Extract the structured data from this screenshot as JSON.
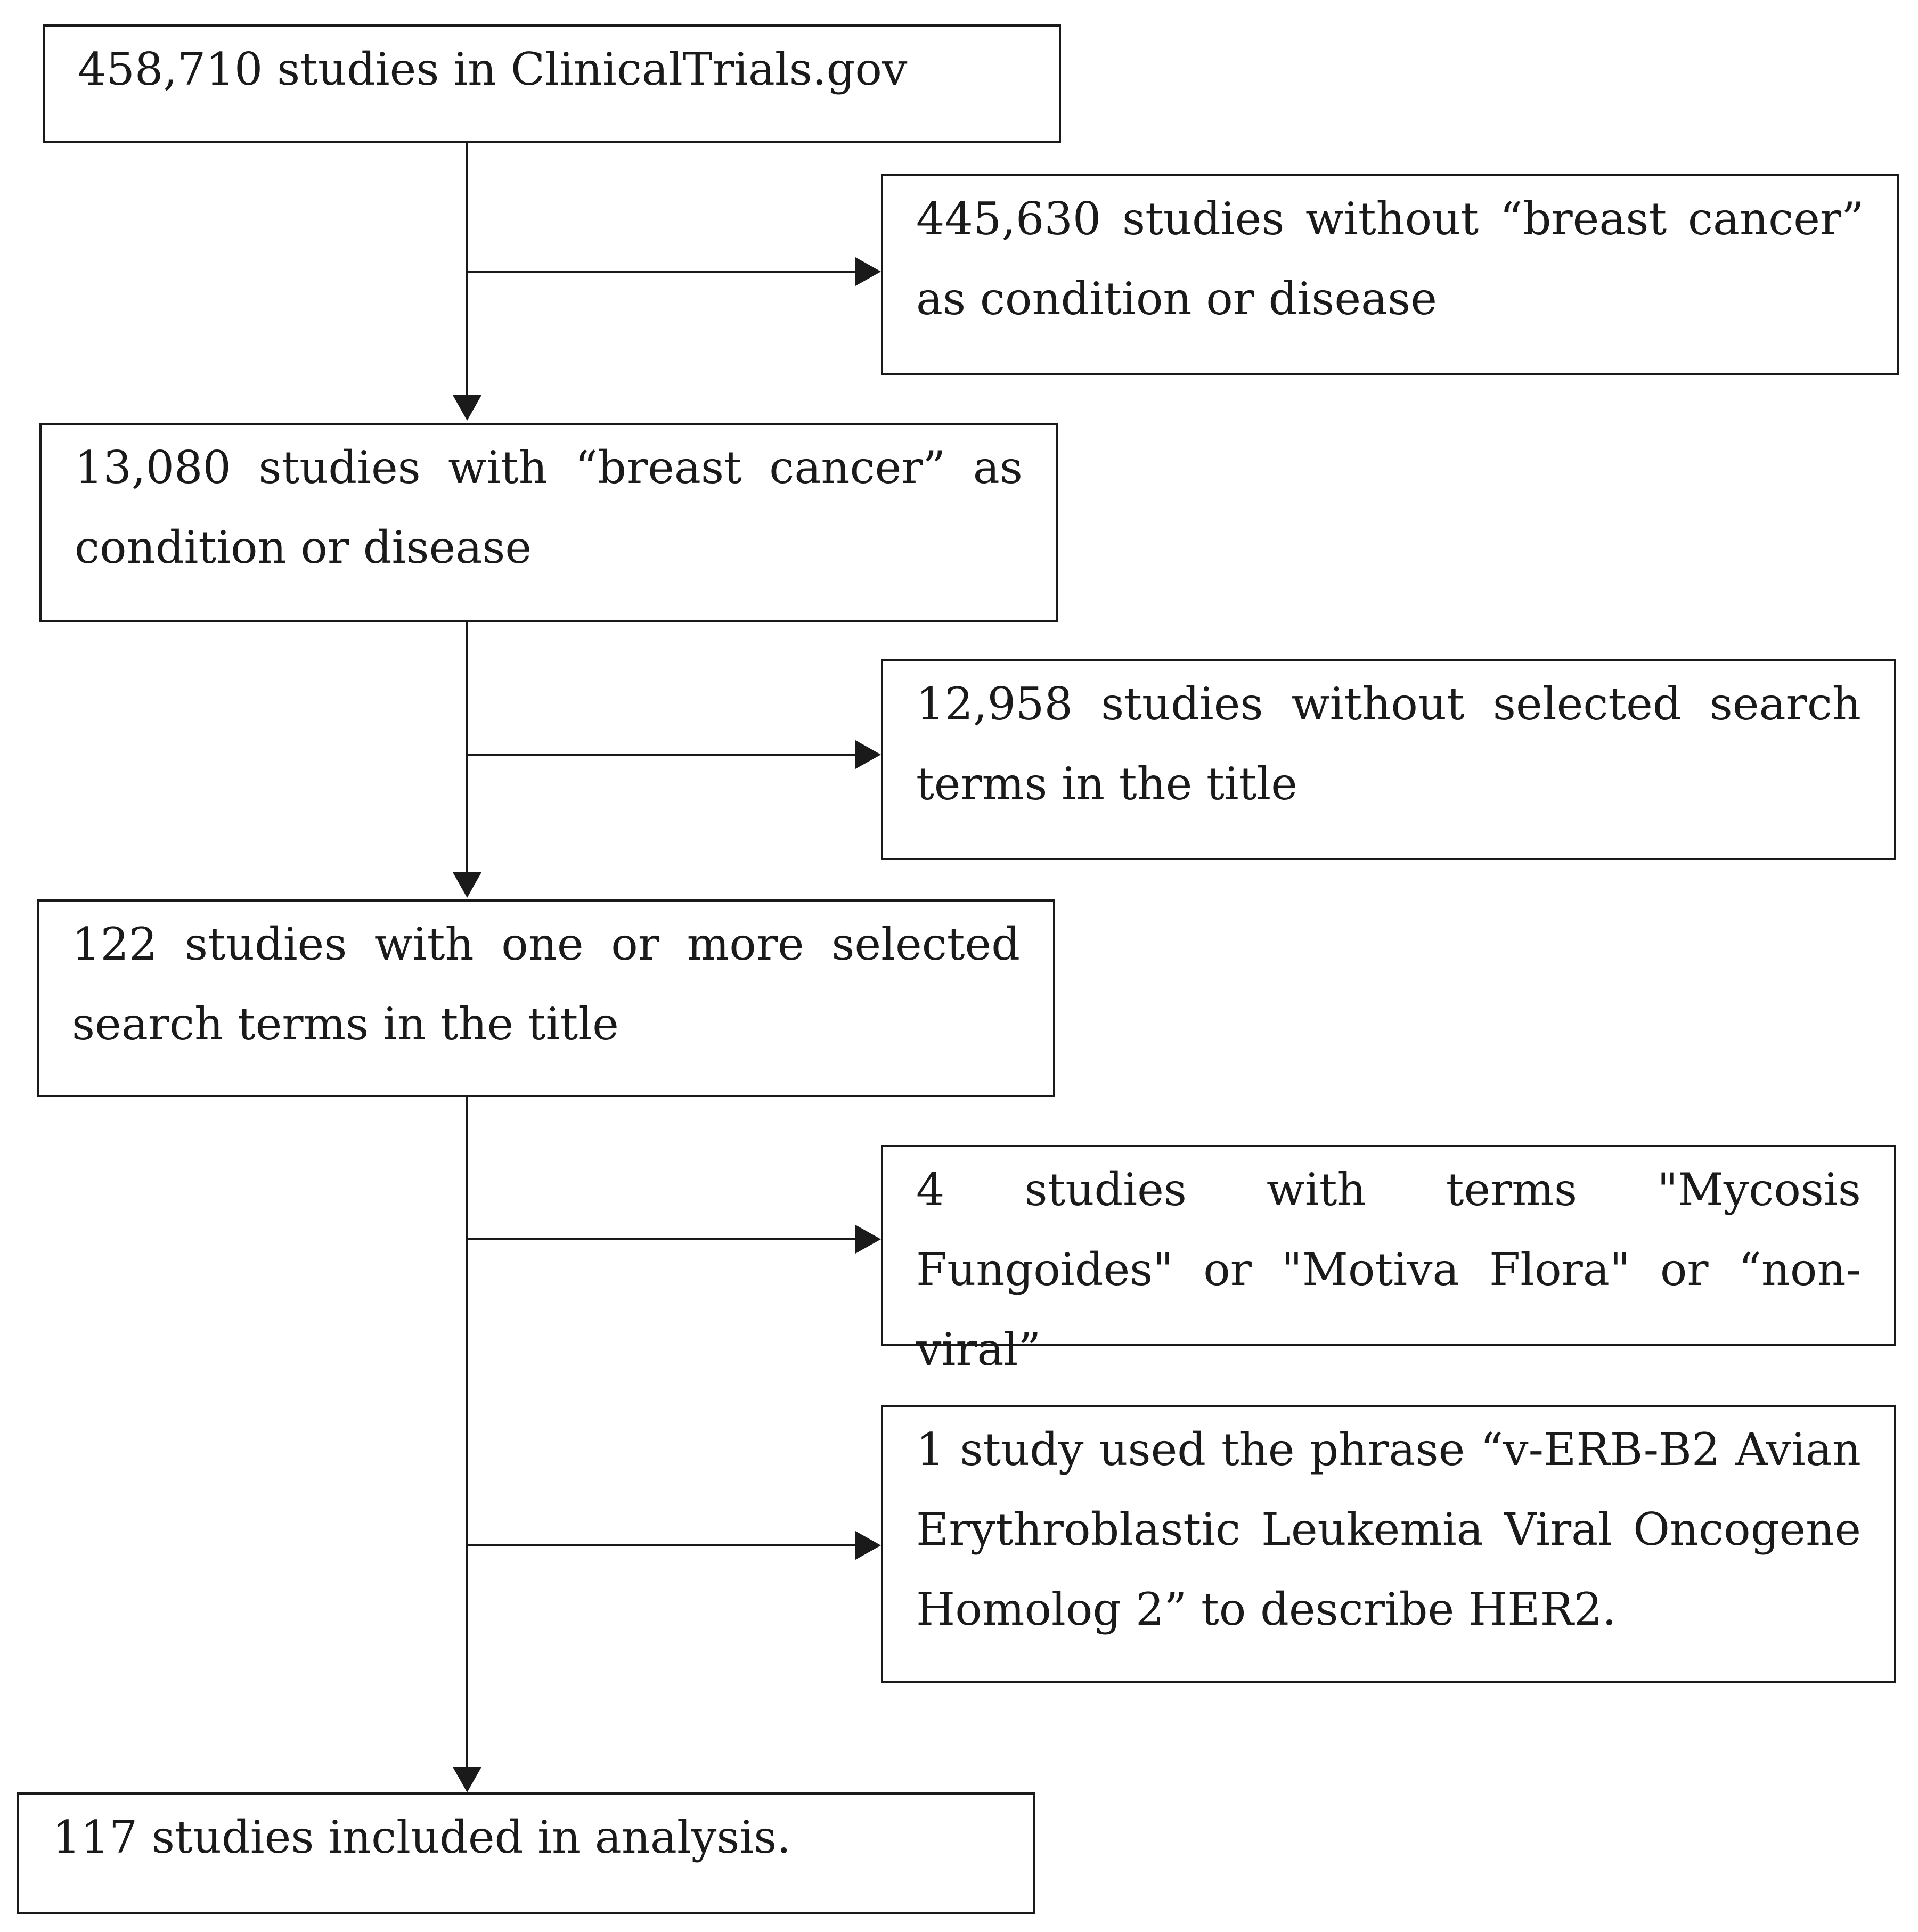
{
  "flowchart": {
    "start": "458,710 studies in ClinicalTrials.gov",
    "excluded_1": "445,630 studies without “breast cancer” as condition or disease",
    "step_1": "13,080 studies with “breast cancer” as condition or disease",
    "excluded_2": "12,958 studies without selected search terms in the title",
    "step_2": "122 studies with one or more selected search terms in the title",
    "excluded_3": "4 studies with terms \"Mycosis Fungoides\" or \"Motiva Flora\" or “non-viral”",
    "excluded_4": "1 study used the phrase “v-ERB-B2 Avian Erythroblastic Leukemia Viral Oncogene Homolog 2” to describe HER2.",
    "final": "117 studies included in analysis."
  }
}
